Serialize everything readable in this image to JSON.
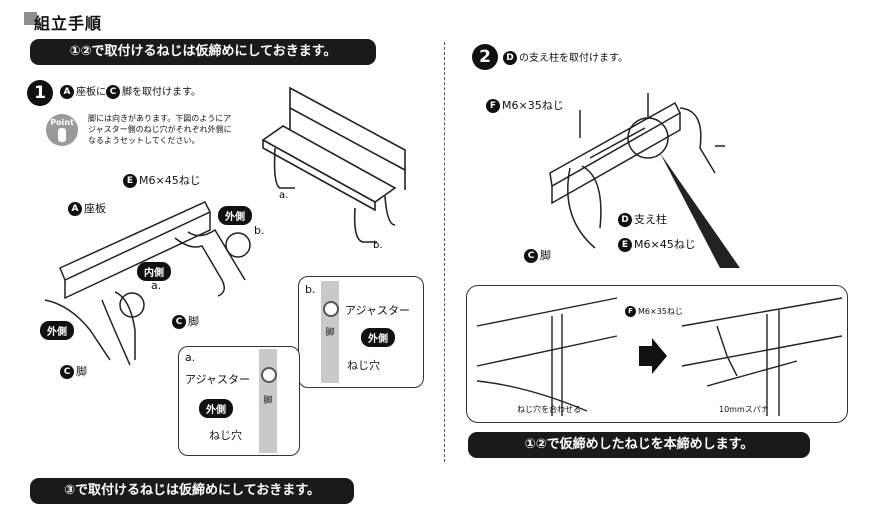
{
  "page": {
    "title": "組立手順",
    "banner_top": "①②で取付けるねじは仮締めにしておきます。",
    "banner_bottom_left": "③で取付けるねじは仮締めにしておきます。",
    "banner_bottom_right": "①②で仮締めしたねじを本締めします。"
  },
  "step1": {
    "number": "1",
    "instruction_a": "A",
    "instruction_text1": "座板に",
    "instruction_c": "C",
    "instruction_text2": "脚を取付けます。",
    "point_badge": "Point",
    "point_text": "脚には向きがあります。下図のようにアジャスター側のねじ穴がそれぞれ外側になるようセットしてください。",
    "label_screw_circle": "E",
    "label_screw": "M6×45ねじ",
    "label_seat_circle": "A",
    "label_seat": "座板",
    "label_outer1": "外側",
    "label_inner": "内側",
    "label_outer2": "外側",
    "label_leg1_circle": "C",
    "label_leg1": "脚",
    "label_leg2_circle": "C",
    "label_leg2": "脚",
    "callout_a": "a.",
    "callout_b": "b.",
    "bench_a": "a.",
    "bench_b": "b."
  },
  "inset_a": {
    "tag": "a.",
    "adjuster": "アジャスター",
    "outer": "外側",
    "leg": "脚",
    "screw_hole": "ねじ穴"
  },
  "inset_b": {
    "tag": "b.",
    "adjuster": "アジャスター",
    "outer": "外側",
    "leg": "脚",
    "screw_hole": "ねじ穴"
  },
  "step2": {
    "number": "2",
    "instruction_d": "D",
    "instruction_text": "の支え柱を取付けます。",
    "label_screw35_circle": "F",
    "label_screw35": "M6×35ねじ",
    "label_post_circle": "D",
    "label_post": "支え柱",
    "label_screw45_circle": "E",
    "label_screw45": "M6×45ねじ",
    "label_leg_circle": "C",
    "label_leg": "脚",
    "detail_screw35_circle": "F",
    "detail_screw35": "M6×35ねじ",
    "detail_align": "ねじ穴を合わせる",
    "detail_wrench": "10mmスパナ"
  }
}
